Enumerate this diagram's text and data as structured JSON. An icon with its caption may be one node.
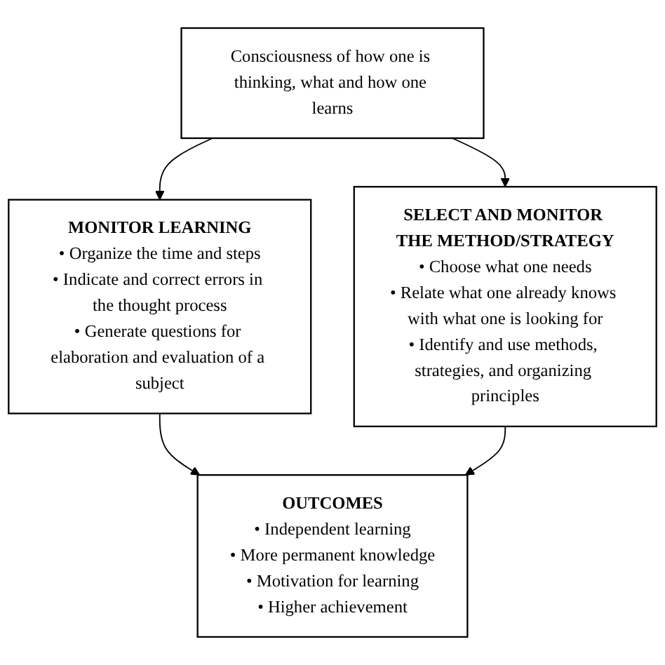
{
  "diagram": {
    "nodes": [
      {
        "text": [
          "Consciousness of how one is thinking, what and how one learns"
        ]
      },
      {
        "text": [
          "MONITOR LEARNING",
          "• Organize the time and steps",
          "• Indicate and correct errors in the thought process",
          "• Generate questions for elaboration and evaluation of a subject"
        ]
      },
      {
        "text": [
          "SELECT AND MONITOR THE METHOD/STRATEGY",
          "• Choose what one needs",
          "• Relate what one already knows with what one is looking for",
          "• Identify and use methods, strategies, and organizing principles"
        ]
      },
      {
        "text": [
          "OUTCOMES",
          "• Independent learning",
          "• More permanent knowledge",
          "• Motivation for learning",
          "• Higher achievement"
        ]
      }
    ],
    "edges": [
      {
        "from": 0,
        "to": 1,
        "arrow": "to"
      },
      {
        "from": 0,
        "to": 2,
        "arrow": "to"
      },
      {
        "from": 1,
        "to": 3,
        "arrow": "to"
      },
      {
        "from": 2,
        "to": 3,
        "arrow": "to"
      }
    ]
  }
}
